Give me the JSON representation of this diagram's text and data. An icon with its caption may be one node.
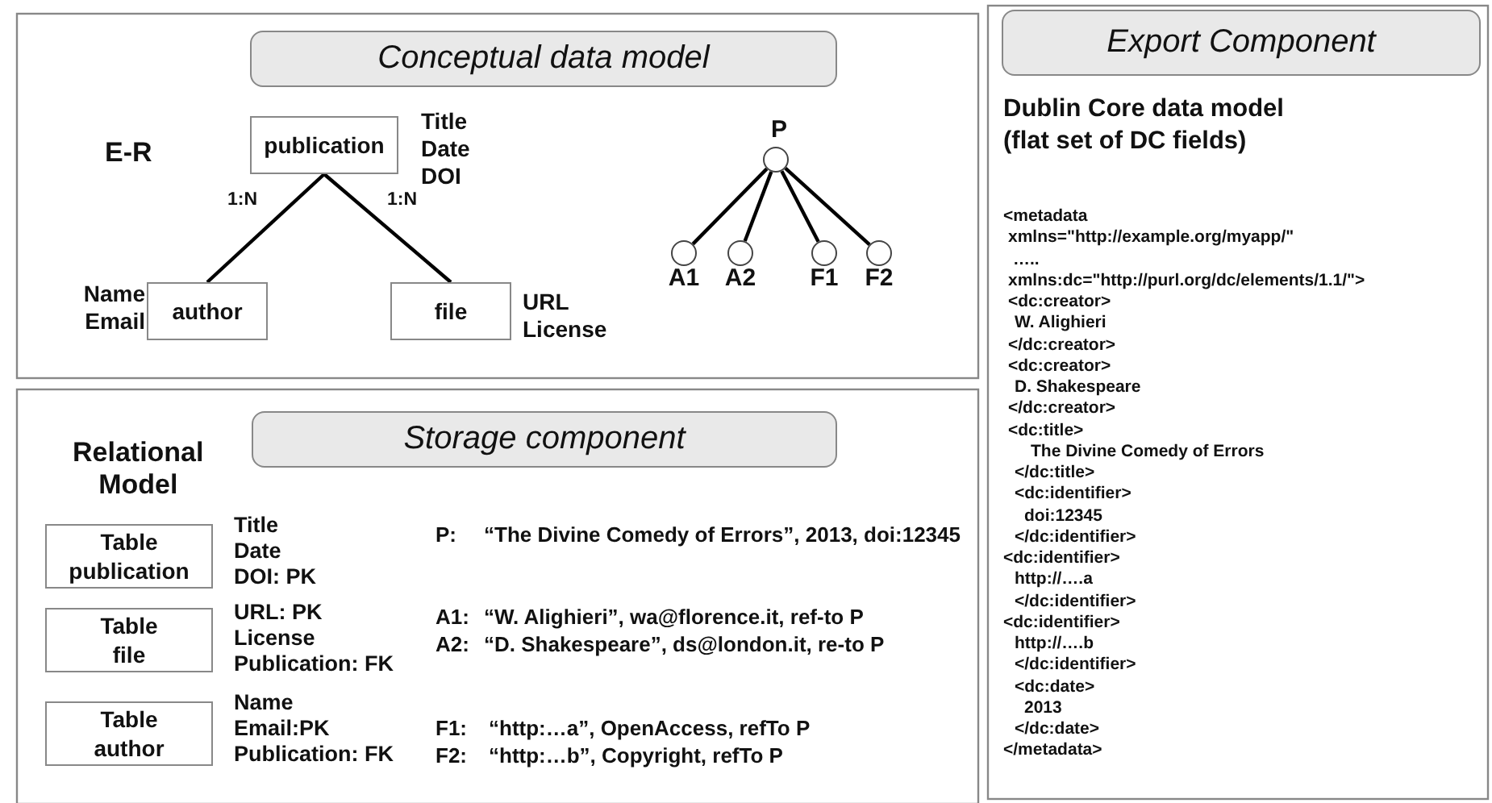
{
  "diagram": {
    "nodes": [
      {
        "text": [
          "Conceptual data model"
        ]
      },
      {
        "text": [
          "publication"
        ],
        "beside": [
          "Title",
          "Date",
          "DOI"
        ]
      },
      {
        "text": [
          "author"
        ],
        "beside": [
          "Name",
          "Email"
        ]
      },
      {
        "text": [
          "file"
        ],
        "beside": [
          "URL",
          "License"
        ]
      },
      {
        "text": [],
        "shape": "circle",
        "beside": [
          "P"
        ]
      },
      {
        "text": [],
        "shape": "circle",
        "beside": [
          "A1"
        ]
      },
      {
        "text": [],
        "shape": "circle",
        "beside": [
          "A2"
        ]
      },
      {
        "text": [],
        "shape": "circle",
        "beside": [
          "F1"
        ]
      },
      {
        "text": [],
        "shape": "circle",
        "beside": [
          "F2"
        ]
      },
      {
        "text": [
          "Storage component"
        ]
      },
      {
        "text": [
          "Table publication"
        ],
        "beside": [
          "Title",
          "Date",
          "DOI: PK"
        ]
      },
      {
        "text": [
          "Table file"
        ],
        "beside": [
          "URL: PK",
          "License",
          "Publication: FK"
        ]
      },
      {
        "text": [
          "Table author"
        ],
        "beside": [
          "Name",
          "Email:PK",
          "Publication: FK"
        ]
      },
      {
        "text": [
          "Export Component"
        ]
      }
    ],
    "edges": [
      {
        "from": 1,
        "to": 2,
        "arrow": "none",
        "label": "1:N"
      },
      {
        "from": 1,
        "to": 3,
        "arrow": "none",
        "label": "1:N"
      },
      {
        "from": 4,
        "to": 5,
        "arrow": "none"
      },
      {
        "from": 4,
        "to": 6,
        "arrow": "none"
      },
      {
        "from": 4,
        "to": 7,
        "arrow": "none"
      },
      {
        "from": 4,
        "to": 8,
        "arrow": "none"
      }
    ],
    "labels": [
      "E-R",
      "Relational Model",
      "P:",
      "“The Divine Comedy of Errors”, 2013, doi:12345",
      "A1:",
      "“W. Alighieri”, wa@florence.it, ref-to P",
      "A2:",
      "“D. Shakespeare”, ds@london.it, re-to P",
      "F1:",
      "“http:…a”, OpenAccess, refTo P",
      "F2:",
      "“http:…b”, Copyright, refTo P",
      "Dublin Core data model (flat set of DC fields)",
      "<metadata",
      "xmlns=\"http://example.org/myapp/\"",
      "…..",
      "xmlns:dc=\"http://purl.org/dc/elements/1.1/\">",
      "<dc:creator>",
      "W. Alighieri",
      "</dc:creator>",
      "<dc:creator>",
      "D. Shakespeare",
      "</dc:creator>",
      "<dc:title>",
      "The Divine Comedy of Errors",
      "</dc:title>",
      "<dc:identifier>",
      "doi:12345",
      "</dc:identifier>",
      "<dc:identifier>",
      "http://….a",
      "</dc:identifier>",
      "<dc:identifier>",
      "http://….b",
      "</dc:identifier>",
      "<dc:date>",
      "2013",
      "</dc:date>",
      "</metadata>"
    ]
  }
}
